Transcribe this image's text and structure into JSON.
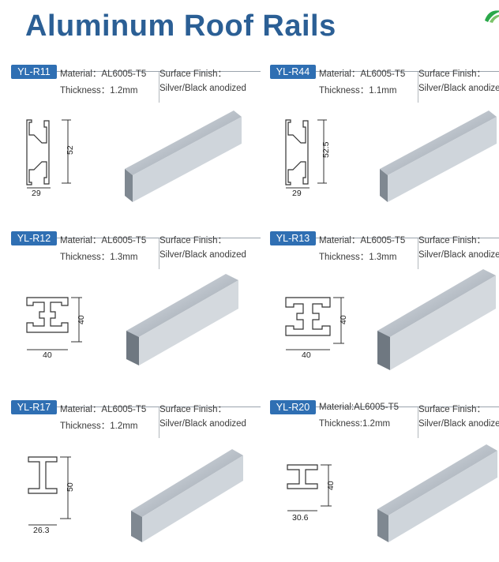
{
  "header": {
    "title": "Aluminum Roof Rails"
  },
  "logo": {
    "icon": "brand-logo-icon",
    "color": "#2aa84a"
  },
  "colors": {
    "title": "#2b5f95",
    "badge": "#2f6fb3"
  },
  "products": [
    {
      "code": "YL-R11",
      "material": "Material：AL6005-T5",
      "thickness": "Thickness：1.2mm",
      "finish_label": "Surface Finish：",
      "finish_value": "Silver/Black anodized",
      "width_dim": "29",
      "height_dim": "52"
    },
    {
      "code": "YL-R44",
      "material": "Material：AL6005-T5",
      "thickness": "Thickness：1.1mm",
      "finish_label": "Surface Finish：",
      "finish_value": "Silver/Black anodized",
      "width_dim": "29",
      "height_dim": "52.5"
    },
    {
      "code": "YL-R12",
      "material": "Material：AL6005-T5",
      "thickness": "Thickness：1.3mm",
      "finish_label": "Surface Finish：",
      "finish_value": "Silver/Black anodized",
      "width_dim": "40",
      "height_dim": "40"
    },
    {
      "code": "YL-R13",
      "material": "Material：AL6005-T5",
      "thickness": "Thickness：1.3mm",
      "finish_label": "Surface Finish：",
      "finish_value": "Silver/Black anodized",
      "width_dim": "40",
      "height_dim": "40"
    },
    {
      "code": "YL-R17",
      "material": "Material：AL6005-T5",
      "thickness": "Thickness：1.2mm",
      "finish_label": "Surface Finish：",
      "finish_value": "Silver/Black anodized",
      "width_dim": "26.3",
      "height_dim": "50"
    },
    {
      "code": "YL-R20",
      "material": "Material:AL6005-T5",
      "thickness": "Thickness:1.2mm",
      "finish_label": "Surface Finish：",
      "finish_value": "Silver/Black anodized",
      "width_dim": "30.6",
      "height_dim": "40"
    }
  ]
}
